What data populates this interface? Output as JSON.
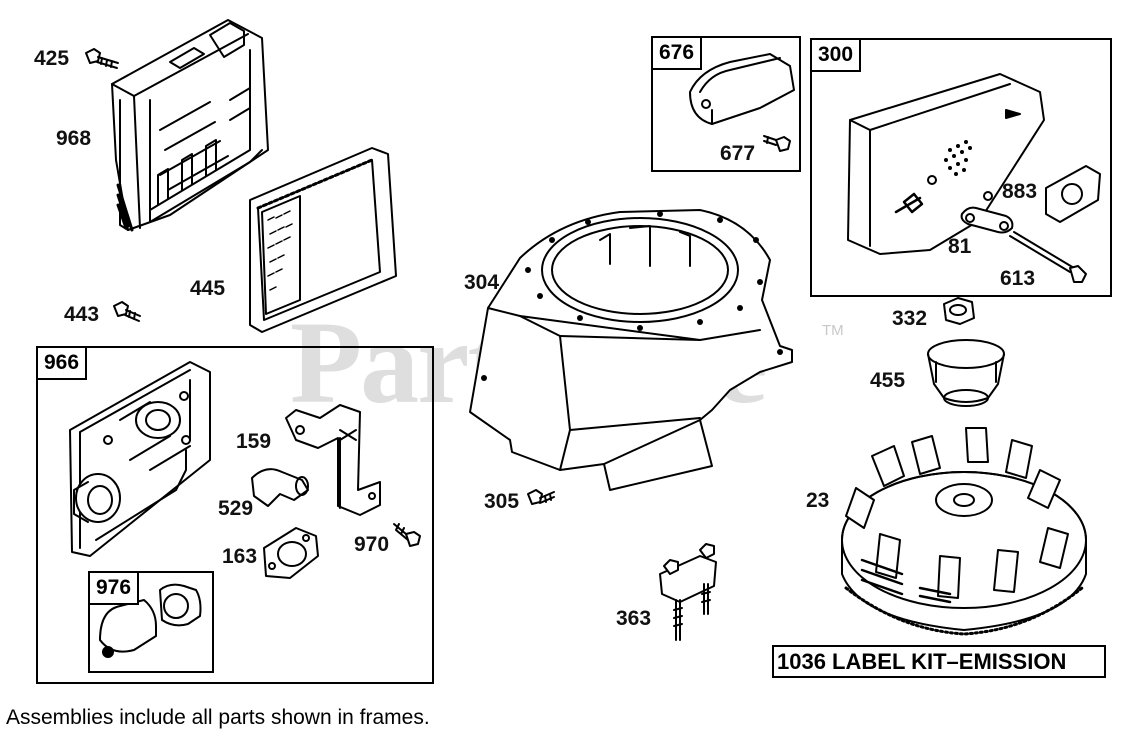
{
  "watermark": {
    "text": "PartsTree",
    "trademark": "TM"
  },
  "frames": {
    "f966": "966",
    "f976": "976",
    "f676": "676",
    "f300": "300"
  },
  "labels": {
    "p425": "425",
    "p968": "968",
    "p445": "445",
    "p443": "443",
    "p159": "159",
    "p529": "529",
    "p163": "163",
    "p970": "970",
    "p677": "677",
    "p883": "883",
    "p81": "81",
    "p613": "613",
    "p304": "304",
    "p332": "332",
    "p455": "455",
    "p305": "305",
    "p23": "23",
    "p363": "363"
  },
  "kit_label": "1036 LABEL KIT–EMISSION",
  "footnote": "Assemblies include all parts shown in frames."
}
